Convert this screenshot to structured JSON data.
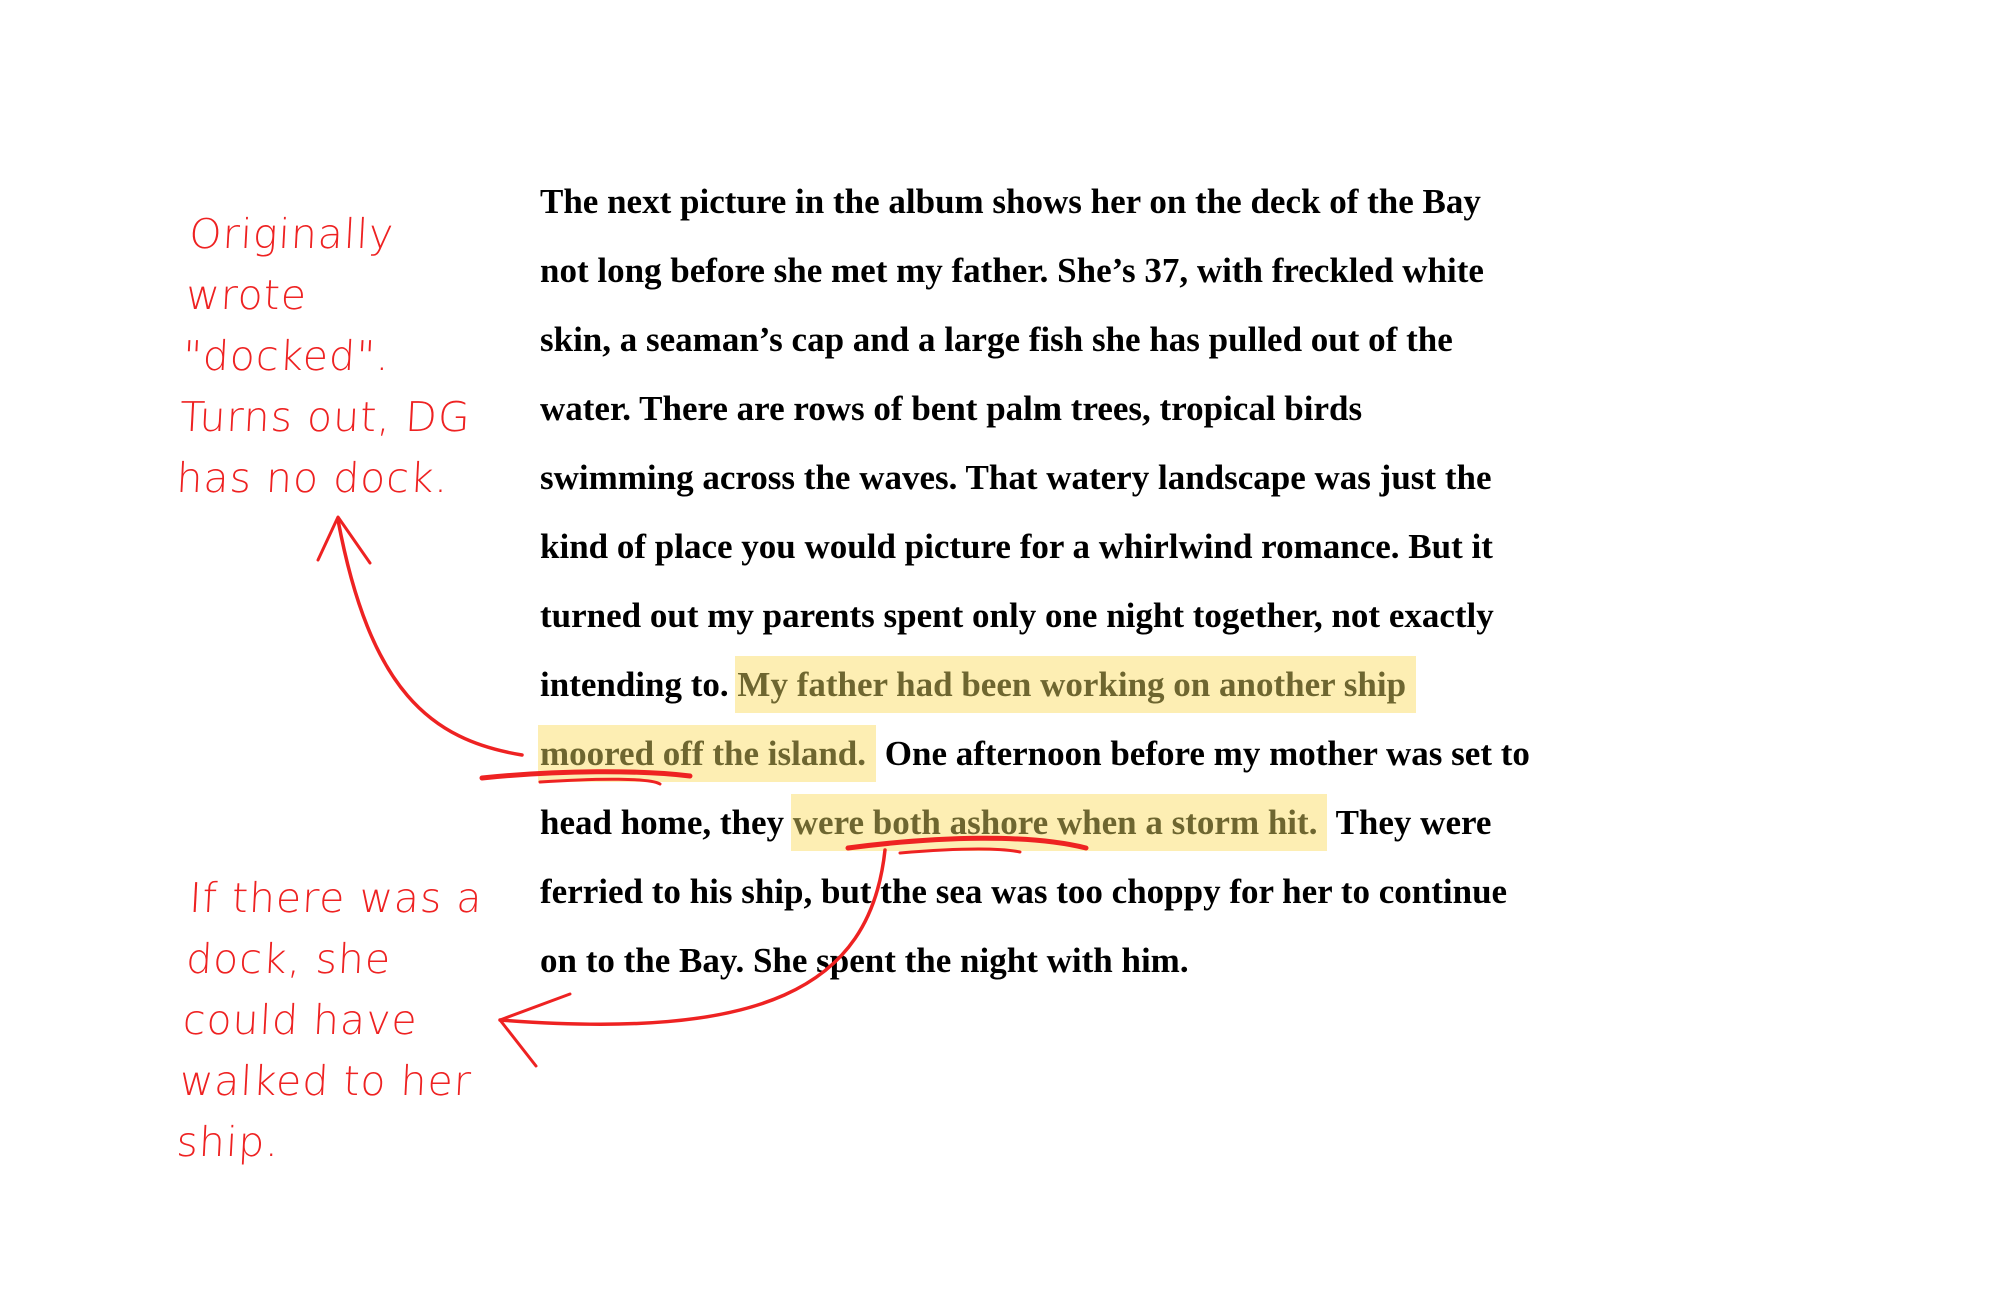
{
  "paragraph": {
    "l1": "The next picture in the album shows her on the deck of the Bay",
    "l2": "not long before she met my father. She’s 37, with freckled white",
    "l3": "skin, a seaman’s cap and a large fish she has pulled out of the",
    "l4": "water. There are rows of bent palm trees, tropical birds",
    "l5": "swimming across the waves. That watery landscape was just the",
    "l6": "kind of place you would picture for a whirlwind romance. But it",
    "l7": "turned out my parents spent only one night together, not exactly",
    "l8a": "intending to. ",
    "l8b": "My father had been working on another ship",
    "l9a": "moored off the island.",
    "l9b": " One afternoon before my mother was set to",
    "l10a": "head home, they ",
    "l10b": "were both ashore when a storm hit.",
    "l10c": " They were",
    "l11": "ferried to his ship, but the sea was too choppy for her to continue",
    "l12": "on to the Bay. She spent the night with him."
  },
  "notes": {
    "top": [
      "Originally",
      "wrote",
      "\"docked\".",
      "Turns out, DG",
      "has no dock."
    ],
    "bottom": [
      "If there was a",
      "dock, she",
      "could have",
      "walked to her",
      "ship."
    ]
  },
  "colors": {
    "annotation": "#ee2222",
    "highlight": "#fdeeb3",
    "highlight_text": "#6e6630",
    "body_text": "#000000"
  }
}
